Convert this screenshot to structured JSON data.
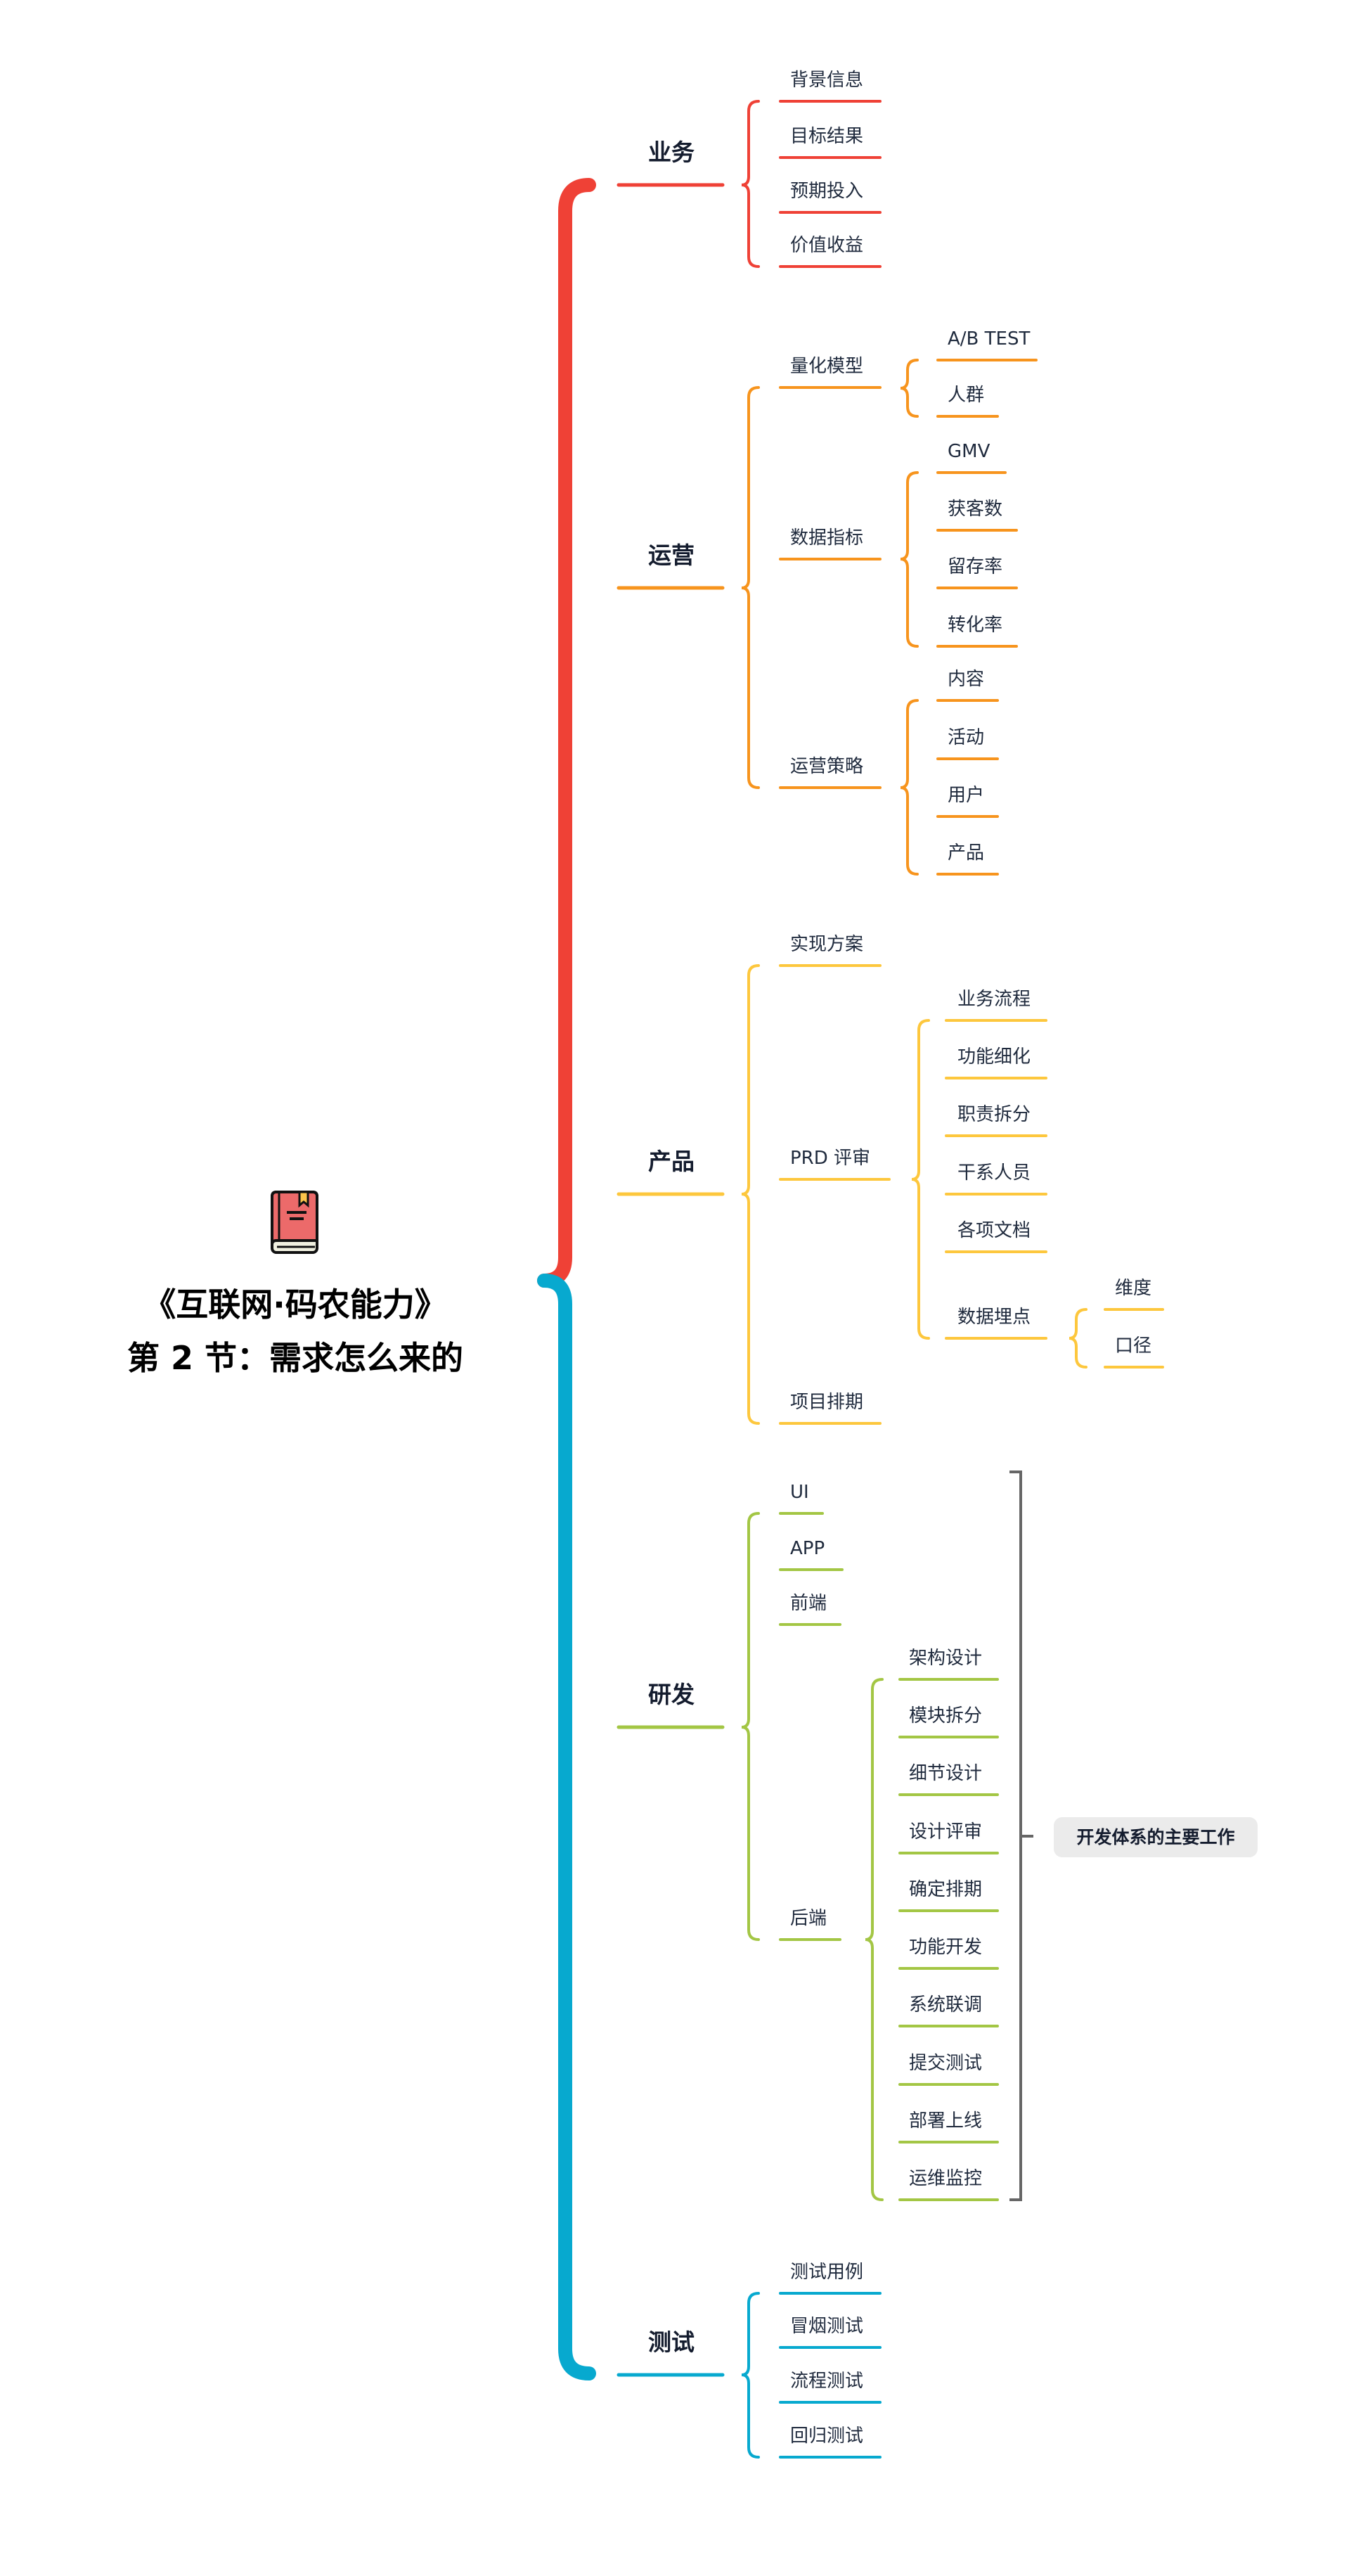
{
  "title": {
    "line1": "《互联网·码农能力》",
    "line2": "第 2 节：需求怎么来的",
    "icon": "book-icon"
  },
  "colors": {
    "business": "#ef4136",
    "operations": "#f7941d",
    "product": "#fdc73d",
    "rd": "#a3c644",
    "testing": "#07a9cf",
    "summary_bg": "#ebebeb"
  },
  "branches": [
    {
      "label": "业务",
      "children": [
        {
          "label": "背景信息"
        },
        {
          "label": "目标结果"
        },
        {
          "label": "预期投入"
        },
        {
          "label": "价值收益"
        }
      ]
    },
    {
      "label": "运营",
      "children": [
        {
          "label": "量化模型",
          "children": [
            {
              "label": "A/B TEST"
            },
            {
              "label": "人群"
            }
          ]
        },
        {
          "label": "数据指标",
          "children": [
            {
              "label": "GMV"
            },
            {
              "label": "获客数"
            },
            {
              "label": "留存率"
            },
            {
              "label": "转化率"
            }
          ]
        },
        {
          "label": "运营策略",
          "children": [
            {
              "label": "内容"
            },
            {
              "label": "活动"
            },
            {
              "label": "用户"
            },
            {
              "label": "产品"
            }
          ]
        }
      ]
    },
    {
      "label": "产品",
      "children": [
        {
          "label": "实现方案"
        },
        {
          "label": "PRD 评审",
          "children": [
            {
              "label": "业务流程"
            },
            {
              "label": "功能细化"
            },
            {
              "label": "职责拆分"
            },
            {
              "label": "干系人员"
            },
            {
              "label": "各项文档"
            },
            {
              "label": "数据埋点",
              "children": [
                {
                  "label": "维度"
                },
                {
                  "label": "口径"
                }
              ]
            }
          ]
        },
        {
          "label": "项目排期"
        }
      ]
    },
    {
      "label": "研发",
      "children": [
        {
          "label": "UI"
        },
        {
          "label": "APP"
        },
        {
          "label": "前端"
        },
        {
          "label": "后端",
          "children": [
            {
              "label": "架构设计"
            },
            {
              "label": "模块拆分"
            },
            {
              "label": "细节设计"
            },
            {
              "label": "设计评审"
            },
            {
              "label": "确定排期"
            },
            {
              "label": "功能开发"
            },
            {
              "label": "系统联调"
            },
            {
              "label": "提交测试"
            },
            {
              "label": "部署上线"
            },
            {
              "label": "运维监控"
            }
          ]
        }
      ]
    },
    {
      "label": "测试",
      "children": [
        {
          "label": "测试用例"
        },
        {
          "label": "冒烟测试"
        },
        {
          "label": "流程测试"
        },
        {
          "label": "回归测试"
        }
      ]
    }
  ],
  "summary": {
    "label": "开发体系的主要工作"
  }
}
